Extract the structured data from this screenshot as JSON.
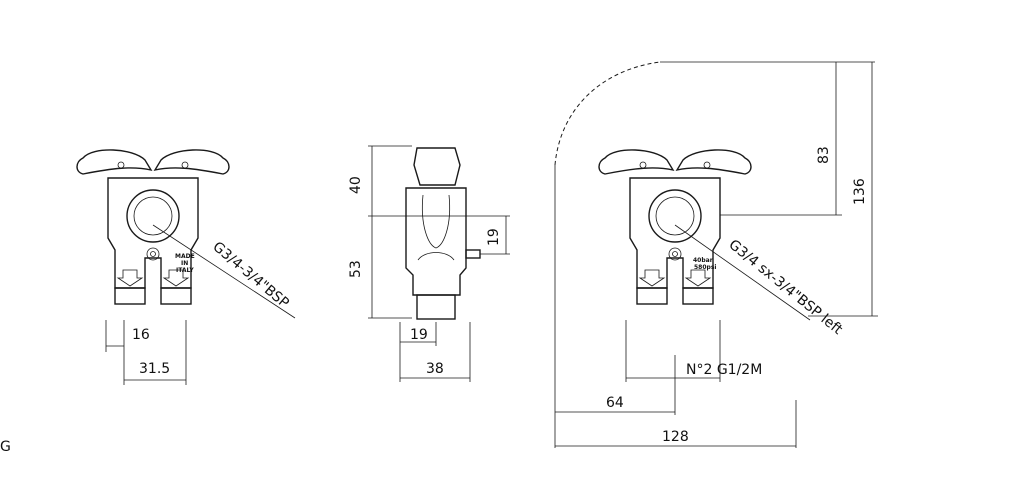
{
  "labels": {
    "dim_16": "16",
    "dim_31_5": "31.5",
    "dim_40": "40",
    "dim_53": "53",
    "dim_19_vertical": "19",
    "dim_19_horizontal": "19",
    "dim_38": "38",
    "dim_83": "83",
    "dim_136": "136",
    "dim_64": "64",
    "dim_128": "128",
    "thread_left_view": "G3/4-3/4\"BSP",
    "thread_right_view": "G3/4  sx-3/4\"BSP  left",
    "outlet_note": "N°2  G1/2M",
    "made_in_italy_1": "MADE",
    "made_in_italy_2": "IN",
    "made_in_italy_3": "ITALY",
    "pressure_1": "40bar",
    "pressure_2": "580psi",
    "edge_fragment": "G"
  }
}
